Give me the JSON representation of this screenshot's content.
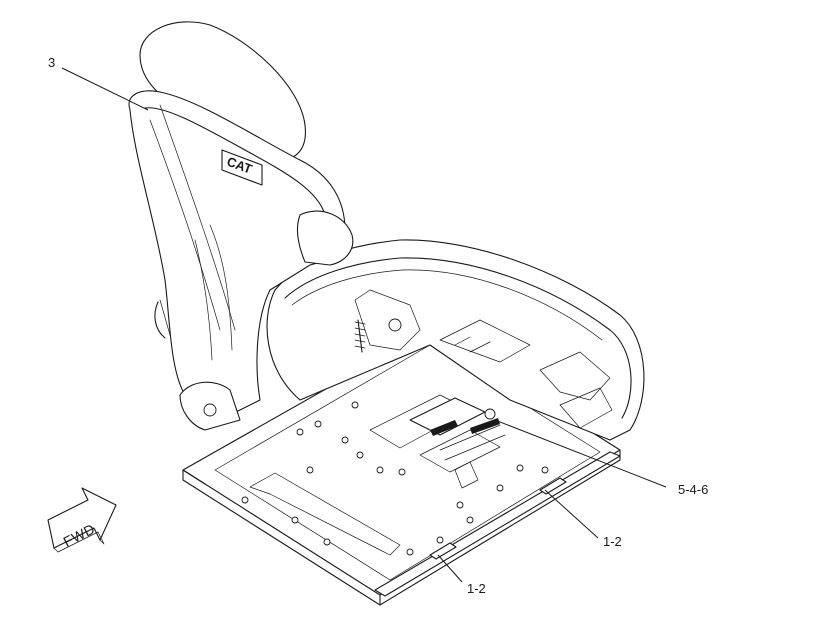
{
  "callouts": {
    "c3": "3",
    "c546": "5-4-6",
    "c12a": "1-2",
    "c12b": "1-2"
  },
  "badge": {
    "fwd": "FWD"
  },
  "logo": {
    "text": "CAT"
  }
}
